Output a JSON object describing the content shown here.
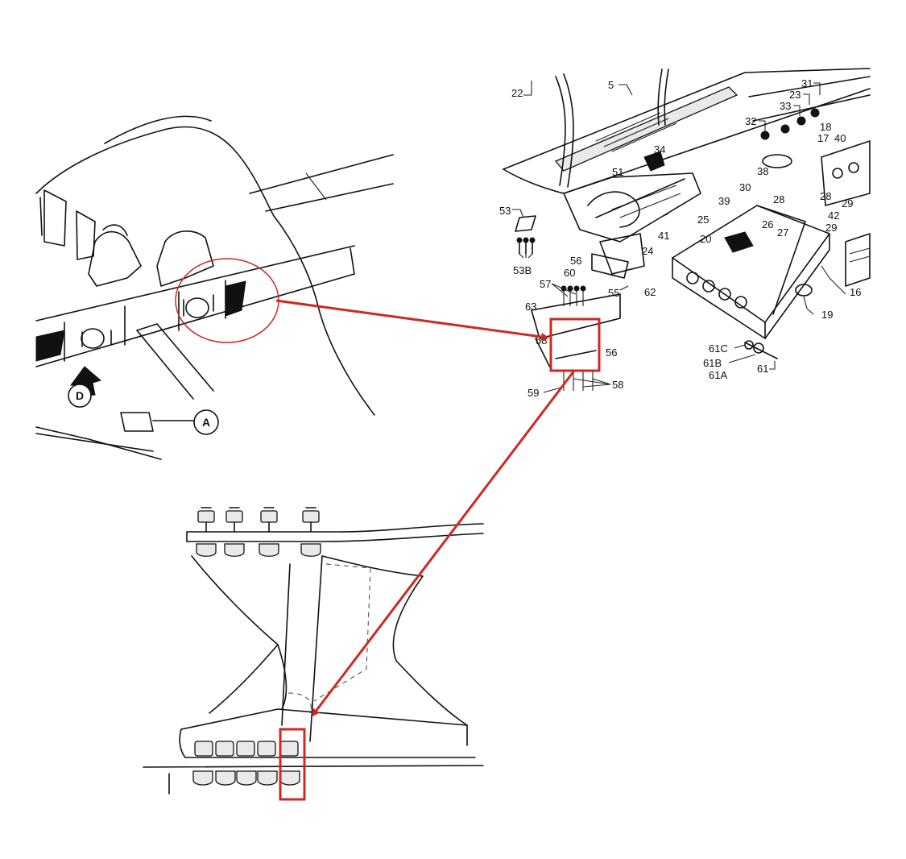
{
  "accent_color": "#cc2a22",
  "view_markers": {
    "view_a": "A",
    "view_d": "D"
  },
  "callouts": [
    "22",
    "5",
    "31",
    "23",
    "33",
    "32",
    "18",
    "17",
    "40",
    "34",
    "38",
    "51",
    "30",
    "28",
    "29",
    "39",
    "25",
    "42",
    "53",
    "41",
    "24",
    "20",
    "26",
    "27",
    "53B",
    "56",
    "60",
    "57",
    "55",
    "62",
    "16",
    "63",
    "58",
    "56",
    "19",
    "61C",
    "61B",
    "61A",
    "61",
    "59",
    "58"
  ]
}
